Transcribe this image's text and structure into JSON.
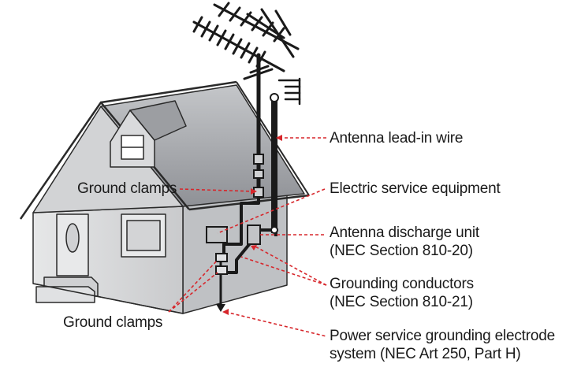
{
  "labels": {
    "antenna_lead_in": "Antenna lead-in wire",
    "ground_clamps_top": "Ground clamps",
    "electric_service": "Electric service equipment",
    "discharge_unit_line1": "Antenna discharge unit",
    "discharge_unit_line2": "(NEC Section 810-20)",
    "grounding_conductors_line1": "Grounding conductors",
    "grounding_conductors_line2": "(NEC Section 810-21)",
    "ground_clamps_bottom": "Ground clamps",
    "power_service_line1": "Power service grounding electrode",
    "power_service_line2": "system (NEC Art 250, Part H)"
  },
  "colors": {
    "leader_line": "#d7262b",
    "roof": "#a9abae",
    "wall": "#d9dadc",
    "outline": "#1a1a1a"
  }
}
